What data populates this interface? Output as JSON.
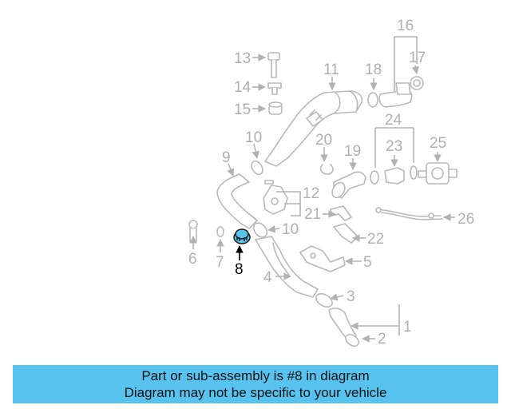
{
  "diagram": {
    "highlighted_callout": "8",
    "callouts": [
      "1",
      "2",
      "3",
      "4",
      "5",
      "6",
      "7",
      "8",
      "9",
      "10",
      "10",
      "11",
      "12",
      "13",
      "14",
      "15",
      "16",
      "17",
      "18",
      "19",
      "20",
      "21",
      "22",
      "23",
      "24",
      "25",
      "26"
    ],
    "colors": {
      "highlight": "#59c3f0",
      "part_outline": "#b9b9b9",
      "callout_text": "#b0b0b0"
    }
  },
  "caption": {
    "line1": "Part or sub-assembly is #8 in diagram",
    "line2": "Diagram may not be specific to your vehicle"
  }
}
